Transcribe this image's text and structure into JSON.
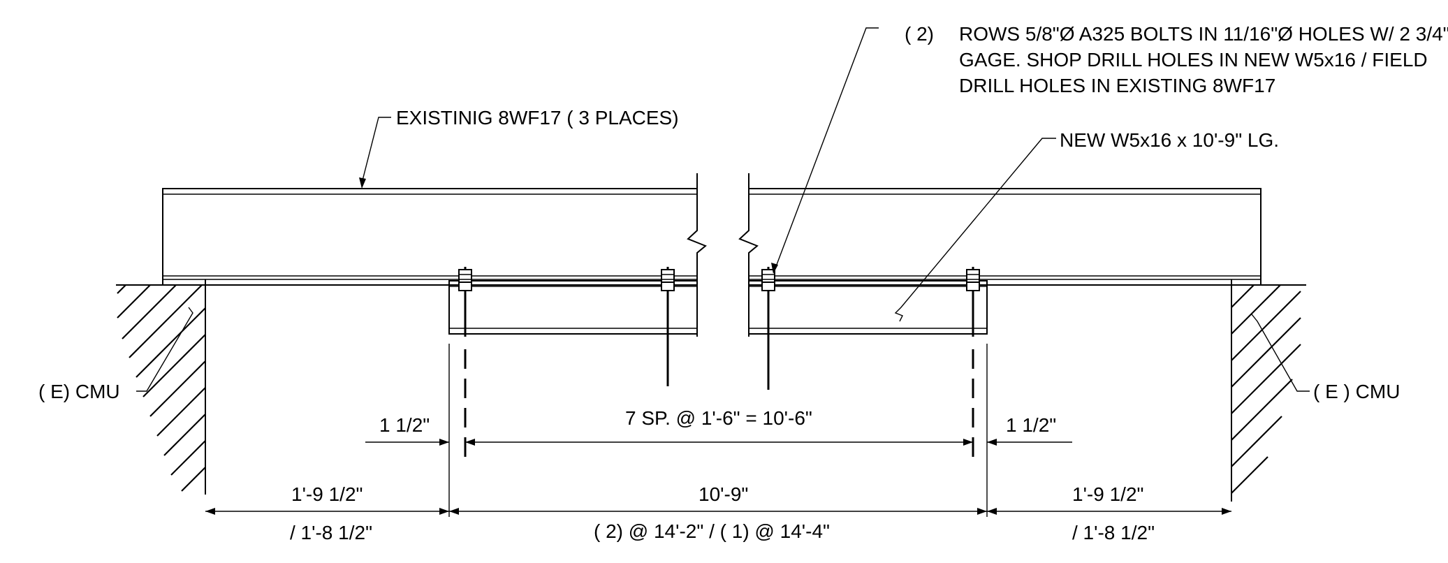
{
  "notes": {
    "bolts_count": "( 2)",
    "bolts_line1": "ROWS 5/8\"Ø A325 BOLTS IN 11/16\"Ø HOLES W/ 2 3/4\"",
    "bolts_line2": "GAGE.  SHOP DRILL HOLES IN NEW W5x16 / FIELD",
    "bolts_line3": "DRILL HOLES IN EXISTING 8WF17",
    "existing_beam": "EXISTINIG 8WF17  ( 3 PLACES)",
    "new_beam": "NEW W5x16 x 10'-9\" LG.",
    "cmu_left": "( E)   CMU",
    "cmu_right": "( E )   CMU"
  },
  "dimensions": {
    "edge_left": "1 1/2\"",
    "edge_right": "1 1/2\"",
    "bolt_spacing": "7 SP. @ 1'-6\" = 10'-6\"",
    "end_left": "1'-9 1/2\"",
    "end_left_alt": "/ 1'-8 1/2\"",
    "center": "10'-9\"",
    "center_alt": "( 2)   @ 14'-2\" /  ( 1)   @ 14'-4\"",
    "end_right": "1'-9 1/2\"",
    "end_right_alt": "/ 1'-8 1/2\""
  }
}
